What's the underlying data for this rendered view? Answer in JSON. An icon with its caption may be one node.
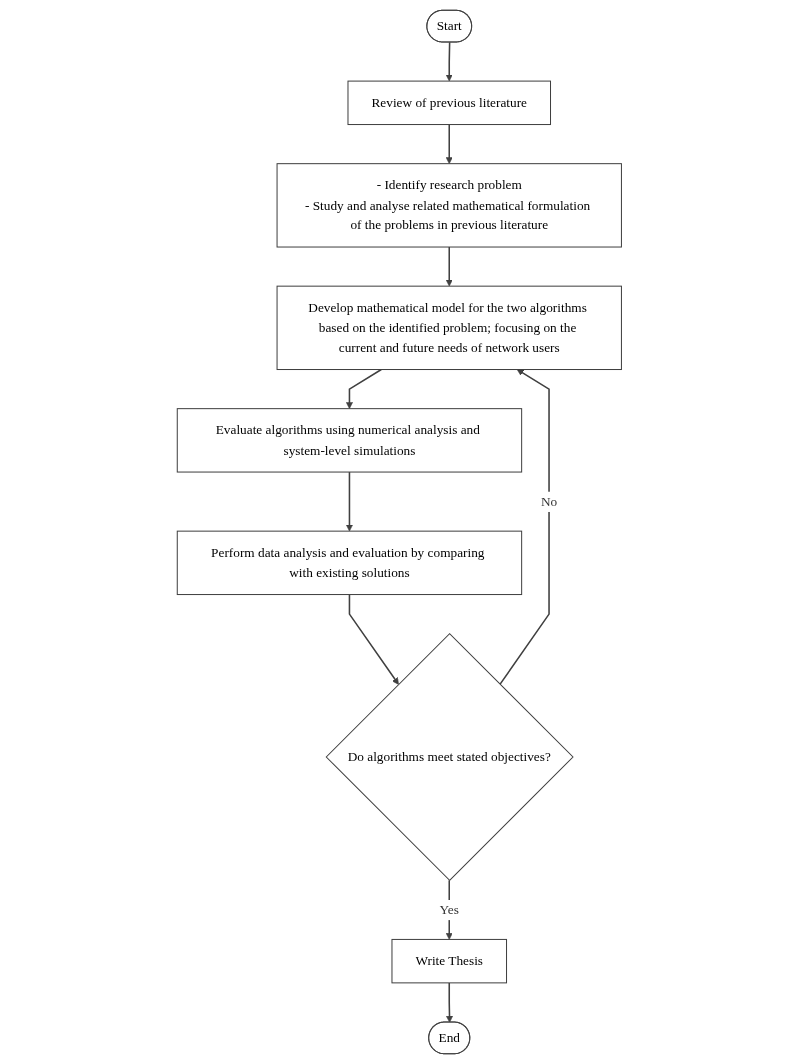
{
  "diagram": {
    "nodes": [
      {
        "text": [
          "Start"
        ]
      },
      {
        "text": [
          "Review of previous literature"
        ]
      },
      {
        "text": [
          "- Identify research problem",
          "- Study and analyse related mathematical formulation of the problems in previous literature"
        ]
      },
      {
        "text": [
          "Develop mathematical model for the two algorithms based on the identified problem; focusing on the current and future needs of network users"
        ]
      },
      {
        "text": [
          "Evaluate algorithms using numerical analysis and system-level simulations"
        ]
      },
      {
        "text": [
          "Perform data analysis and evaluation by comparing with existing solutions"
        ]
      },
      {
        "text": [
          "Do algorithms meet stated objectives?"
        ]
      },
      {
        "text": [
          "Write Thesis"
        ]
      },
      {
        "text": [
          "End"
        ]
      }
    ],
    "edges": [
      {
        "from": 0,
        "to": 1,
        "arrow": "to"
      },
      {
        "from": 1,
        "to": 2,
        "arrow": "to"
      },
      {
        "from": 2,
        "to": 3,
        "arrow": "to"
      },
      {
        "from": 3,
        "to": 4,
        "arrow": "to"
      },
      {
        "from": 4,
        "to": 5,
        "arrow": "to"
      },
      {
        "from": 5,
        "to": 6,
        "arrow": "to"
      },
      {
        "from": 6,
        "to": 3,
        "arrow": "to",
        "label": "No"
      },
      {
        "from": 6,
        "to": 7,
        "arrow": "to",
        "label": "Yes"
      },
      {
        "from": 7,
        "to": 8,
        "arrow": "to"
      }
    ]
  }
}
